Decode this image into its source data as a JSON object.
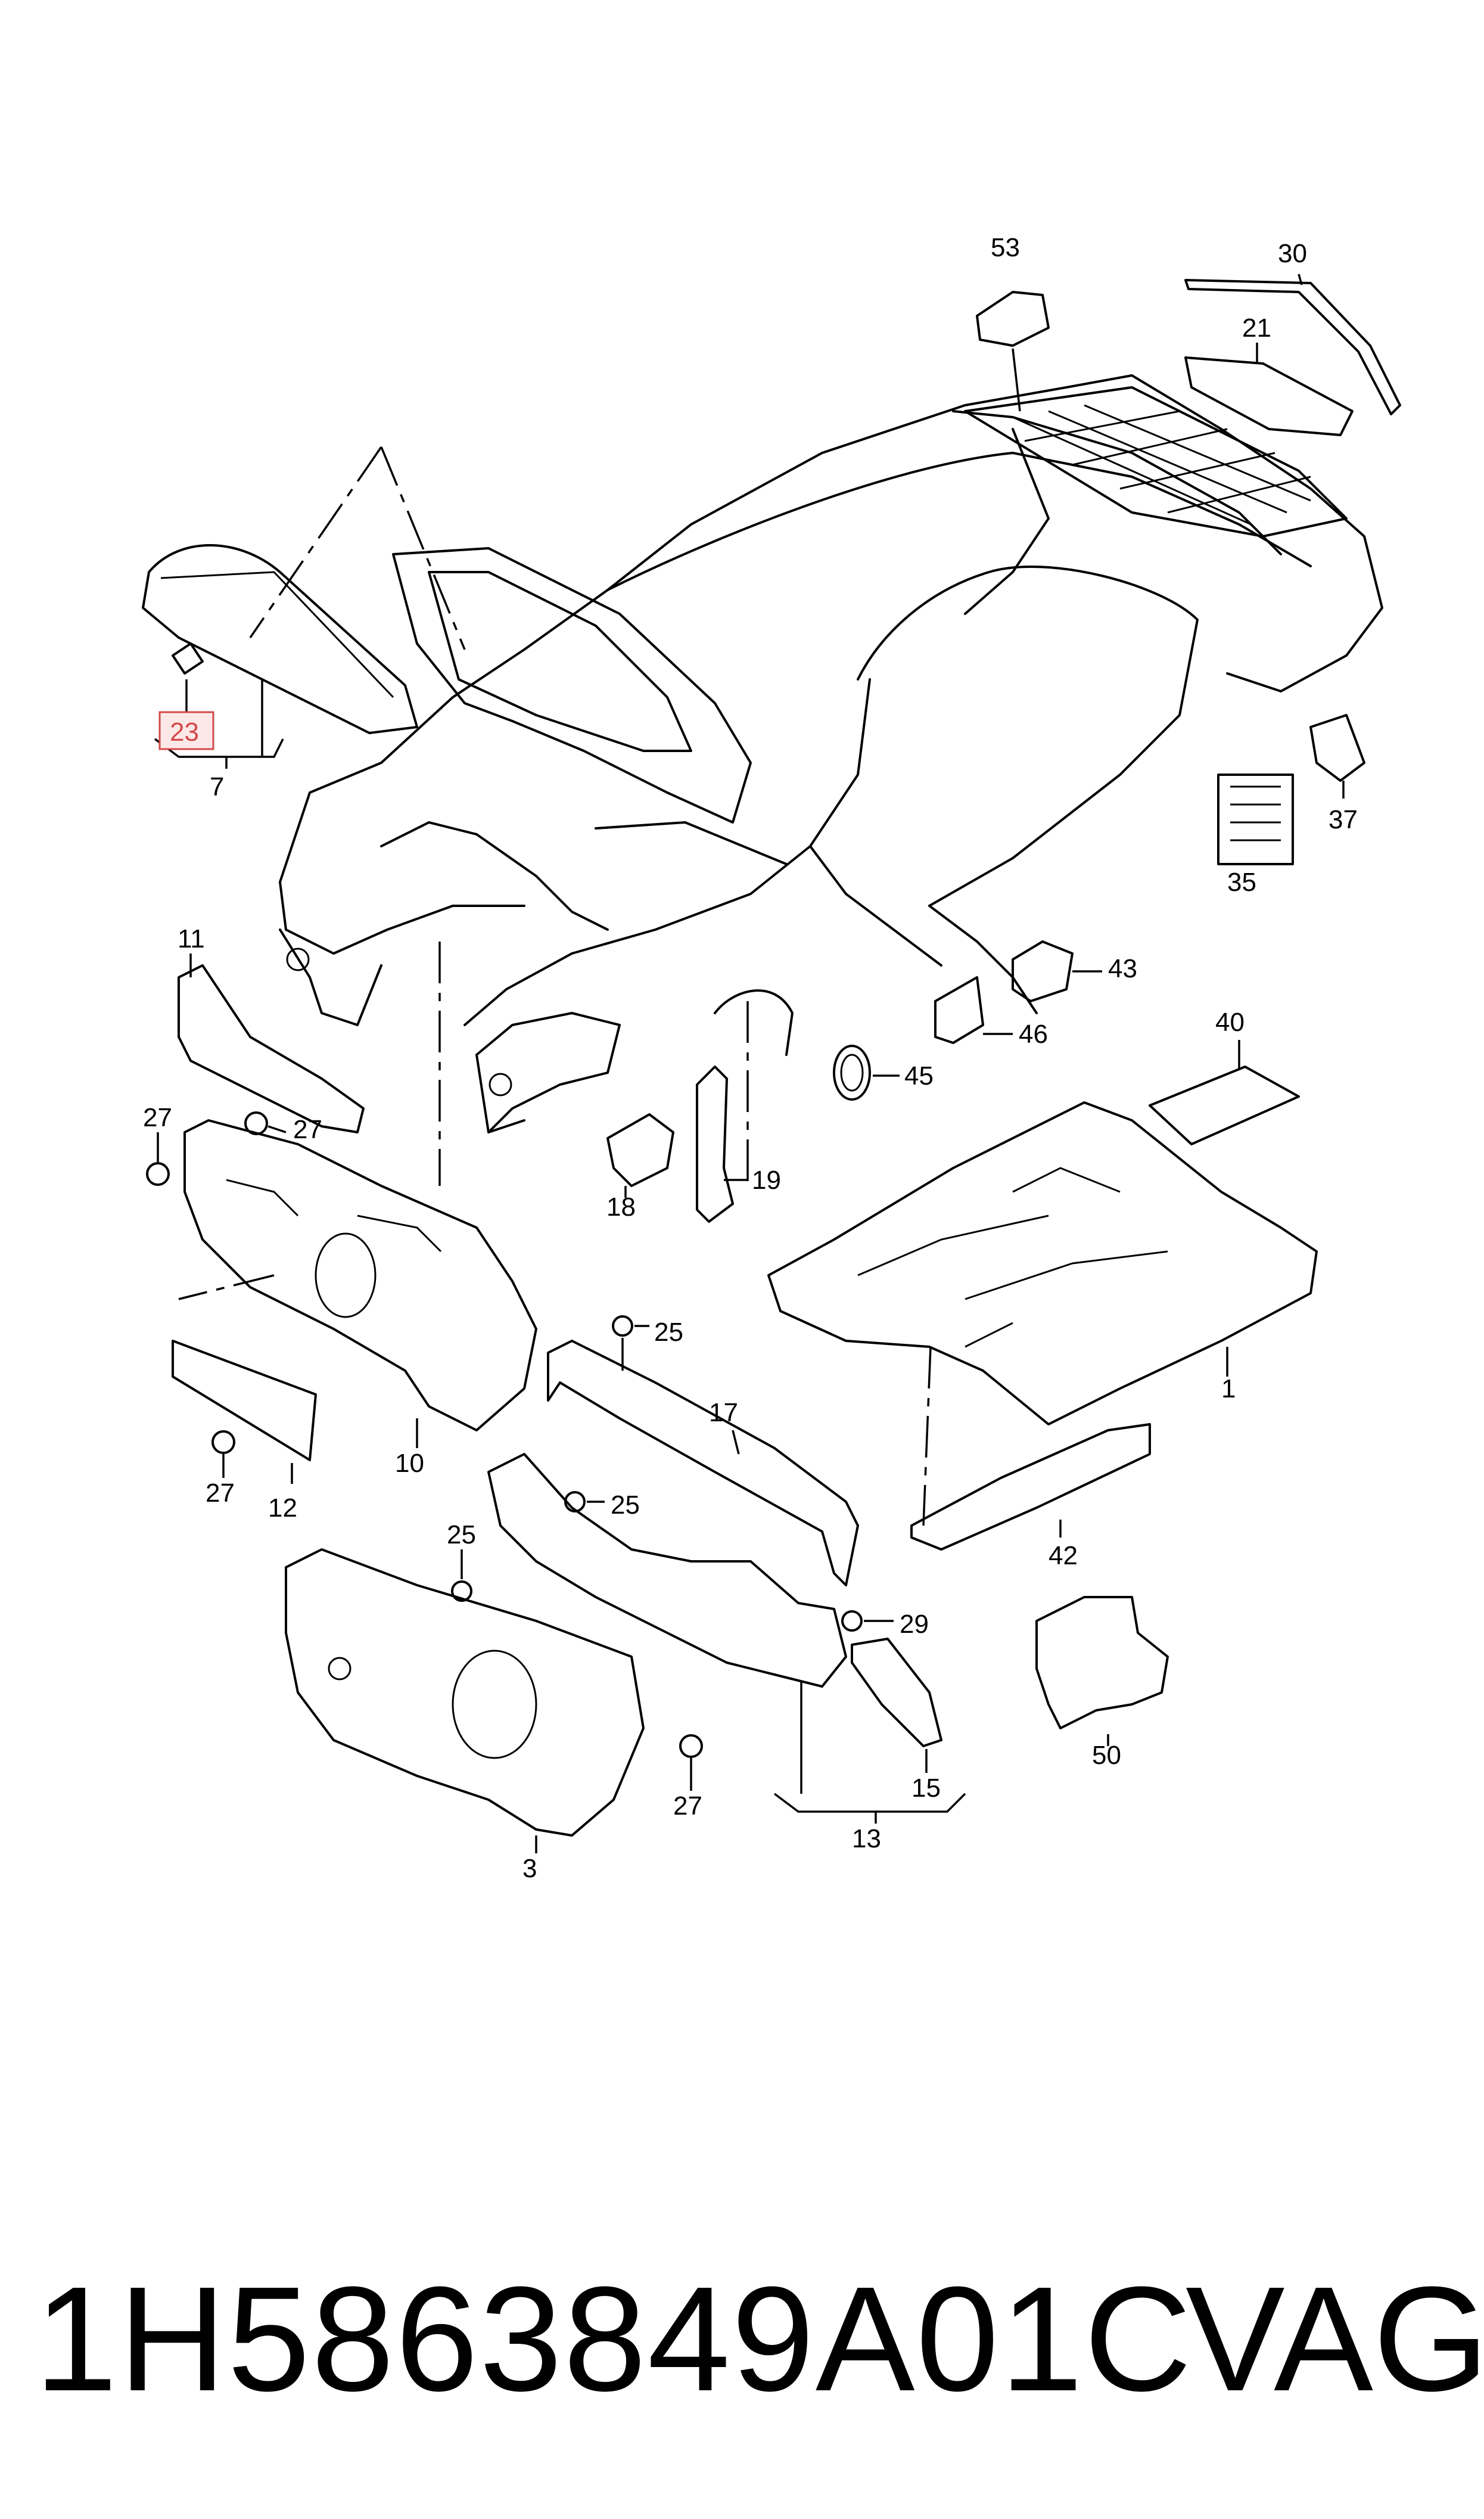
{
  "diagram": {
    "callouts": {
      "c1": "1",
      "c3": "3",
      "c7": "7",
      "c10": "10",
      "c11": "11",
      "c12": "12",
      "c13": "13",
      "c15": "15",
      "c17": "17",
      "c18": "18",
      "c19": "19",
      "c21": "21",
      "c23": "23",
      "c25a": "25",
      "c25b": "25",
      "c25c": "25",
      "c27a": "27",
      "c27b": "27",
      "c27c": "27",
      "c27d": "27",
      "c29": "29",
      "c30": "30",
      "c35": "35",
      "c37": "37",
      "c40": "40",
      "c42": "42",
      "c43": "43",
      "c45": "45",
      "c46": "46",
      "c50": "50",
      "c53": "53"
    },
    "highlighted_callout": "23",
    "highlight_color": "#d24a4a"
  },
  "footer": {
    "part_number": "1H5863849A01C",
    "brand": "VAG"
  }
}
